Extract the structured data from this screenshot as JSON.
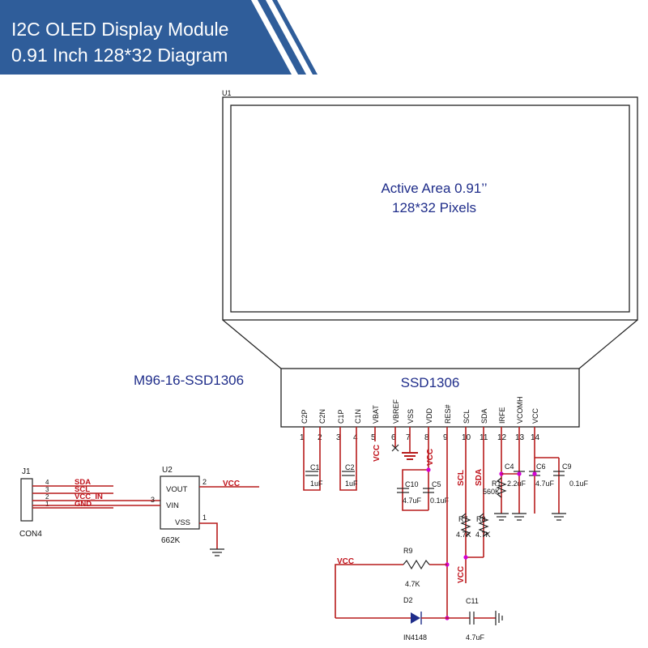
{
  "header": {
    "title_line1": "I2C OLED Display Module",
    "title_line2": "0.91 Inch 128*32 Diagram",
    "bg_color": "#2f5d9a"
  },
  "display": {
    "ref": "U1",
    "active_area_line1": "Active Area 0.91’’",
    "active_area_line2": "128*32 Pixels"
  },
  "controller": {
    "module_name": "M96-16-SSD1306",
    "chip_name": "SSD1306",
    "pins": [
      {
        "num": "1",
        "name": "C2P"
      },
      {
        "num": "2",
        "name": "C2N"
      },
      {
        "num": "3",
        "name": "C1P"
      },
      {
        "num": "4",
        "name": "C1N"
      },
      {
        "num": "5",
        "name": "VBAT"
      },
      {
        "num": "6",
        "name": "VBREF"
      },
      {
        "num": "7",
        "name": "VSS"
      },
      {
        "num": "8",
        "name": "VDD"
      },
      {
        "num": "9",
        "name": "RES#"
      },
      {
        "num": "10",
        "name": "SCL"
      },
      {
        "num": "11",
        "name": "SDA"
      },
      {
        "num": "12",
        "name": "IRFE"
      },
      {
        "num": "13",
        "name": "VCOMH"
      },
      {
        "num": "14",
        "name": "VCC"
      }
    ]
  },
  "connector": {
    "ref": "J1",
    "part": "CON4",
    "pins": [
      {
        "num": "4",
        "net": "SDA"
      },
      {
        "num": "3",
        "net": "SCL"
      },
      {
        "num": "2",
        "net": "VCC_IN"
      },
      {
        "num": "1",
        "net": "GND"
      }
    ]
  },
  "regulator": {
    "ref": "U2",
    "part": "662K",
    "pin_vout": "VOUT",
    "pin_vin": "VIN",
    "pin_vss": "VSS",
    "num_vout": "2",
    "num_vin": "3",
    "num_vss": "1",
    "out_net": "VCC"
  },
  "components": {
    "c1": {
      "ref": "C1",
      "value": "1uF"
    },
    "c2": {
      "ref": "C2",
      "value": "1uF"
    },
    "c10": {
      "ref": "C10",
      "value": "4.7uF"
    },
    "c5": {
      "ref": "C5",
      "value": "0.1uF"
    },
    "c4": {
      "ref": "C4",
      "value": "2.2uF"
    },
    "c6": {
      "ref": "C6",
      "value": "4.7uF"
    },
    "c9": {
      "ref": "C9",
      "value": "0.1uF"
    },
    "r1": {
      "ref": "R1",
      "value": "560K"
    },
    "r7": {
      "ref": "R7",
      "value": "4.7K"
    },
    "r8": {
      "ref": "R8",
      "value": "4.7K"
    },
    "r9": {
      "ref": "R9",
      "value": "4.7K"
    },
    "d2": {
      "ref": "D2",
      "value": "IN4148"
    },
    "c11": {
      "ref": "C11",
      "value": "4.7uF"
    }
  },
  "nets": {
    "vcc": "VCC",
    "scl": "SCL",
    "sda": "SDA"
  },
  "colors": {
    "net_red": "#c0121b",
    "label_blue": "#1f2d8a",
    "junction": "#d400d4"
  }
}
